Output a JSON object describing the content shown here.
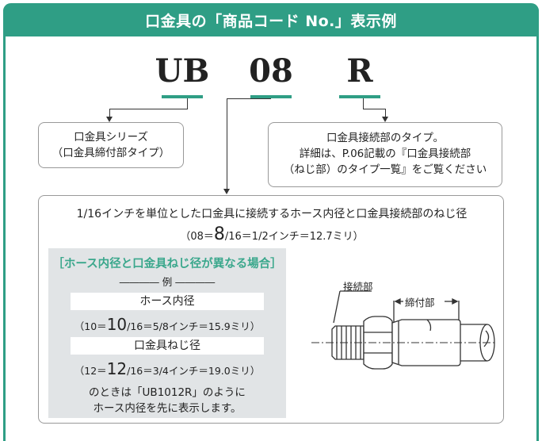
{
  "header": {
    "title": "口金具の「商品コード No.」表示例"
  },
  "code": {
    "part1": "UB",
    "part2": "08",
    "part3": "R"
  },
  "series_box": {
    "line1": "口金具シリーズ",
    "line2": "（口金具締付部タイプ）"
  },
  "joint_box": {
    "line1": "口金具接続部のタイプ。",
    "line2": "詳細は、P.06記載の『口金具接続部",
    "line3": "（ねじ部）のタイプ一覧』をご覧ください"
  },
  "main": {
    "desc": "1/16インチを単位とした口金具に接続するホース内径と口金具接続部のねじ径",
    "formula_pre": "（08＝",
    "formula_big": "8",
    "formula_post": "/16＝1/2インチ＝12.7ミリ）"
  },
  "example": {
    "title": "［ホース内径と口金具ねじ径が異なる場合］",
    "rei": "―――― 例 ――――",
    "hose_label": "ホース内径",
    "hose_pre": "（10＝",
    "hose_big": "10",
    "hose_post": "/16＝5/8インチ＝15.9ミリ）",
    "thread_label": "口金具ねじ径",
    "thread_pre": "（12＝",
    "thread_big": "12",
    "thread_post": "/16＝3/4インチ＝19.0ミリ）",
    "note1": "のときは「UB1012R」のように",
    "note2": "ホース内径を先に表示します。"
  },
  "figure": {
    "label_joint": "接続部",
    "label_clamp": "締付部"
  },
  "colors": {
    "accent": "#2f9e85",
    "gray_bg": "#e1e4e6"
  }
}
